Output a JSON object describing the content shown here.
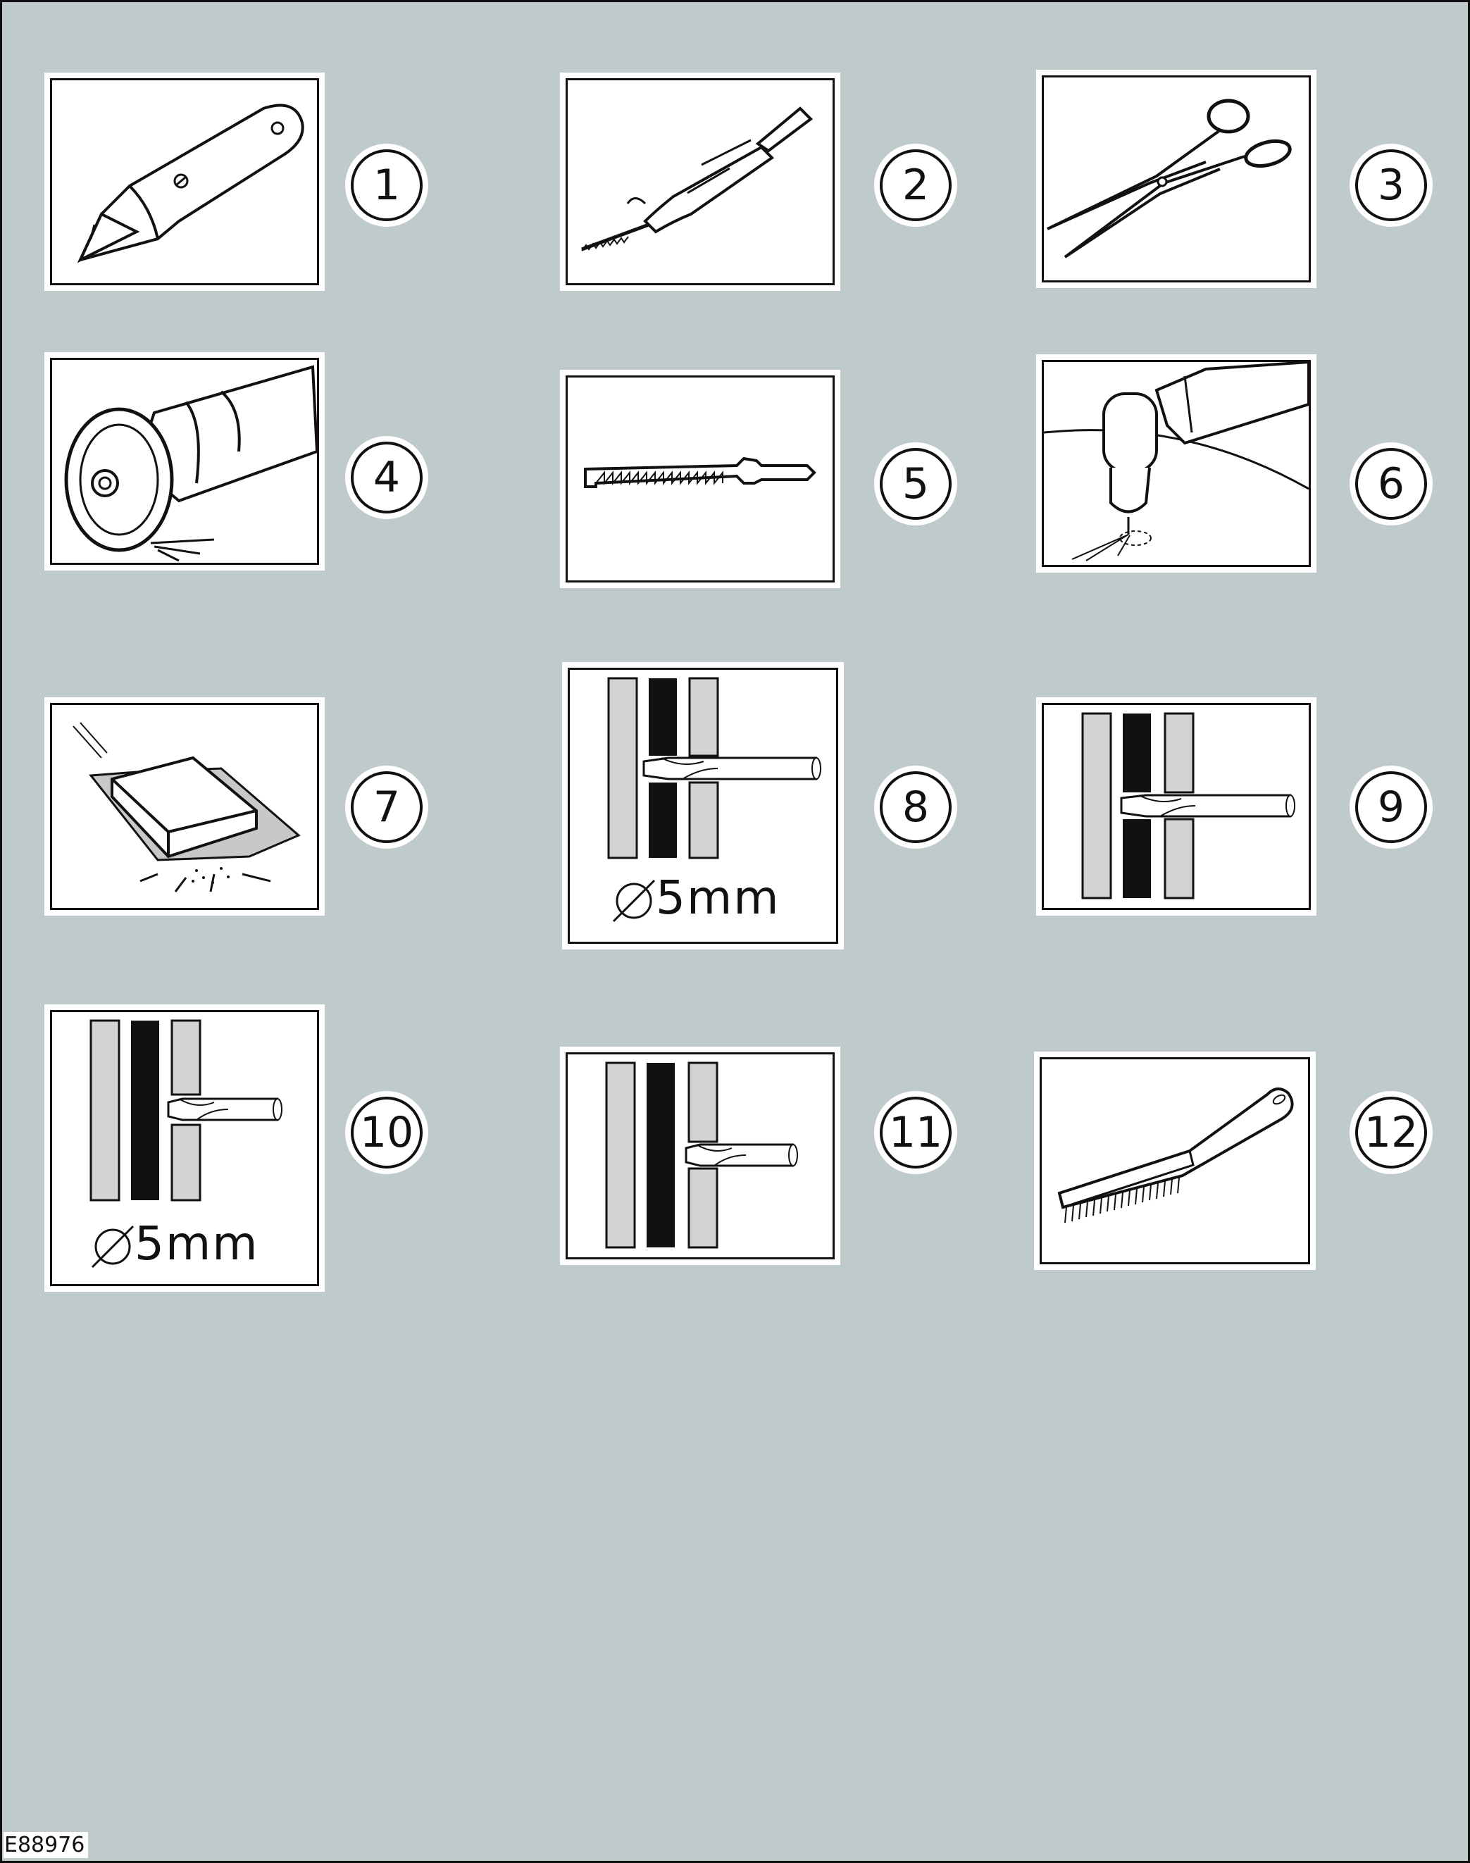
{
  "figure": {
    "id": "E88976",
    "items": [
      {
        "number": "1",
        "tool": "utility-knife"
      },
      {
        "number": "2",
        "tool": "air-saw"
      },
      {
        "number": "3",
        "tool": "scissors"
      },
      {
        "number": "4",
        "tool": "angle-grinder"
      },
      {
        "number": "5",
        "tool": "saw-blade"
      },
      {
        "number": "6",
        "tool": "spot-weld-cutter"
      },
      {
        "number": "7",
        "tool": "sanding-block"
      },
      {
        "number": "8",
        "tool": "drill-through-outer-panels",
        "size_label": "5mm"
      },
      {
        "number": "9",
        "tool": "drill-through-outer-panel"
      },
      {
        "number": "10",
        "tool": "drill-through-inner-panel",
        "size_label": "5mm"
      },
      {
        "number": "11",
        "tool": "drill-inner-panel"
      },
      {
        "number": "12",
        "tool": "wire-brush"
      }
    ]
  }
}
